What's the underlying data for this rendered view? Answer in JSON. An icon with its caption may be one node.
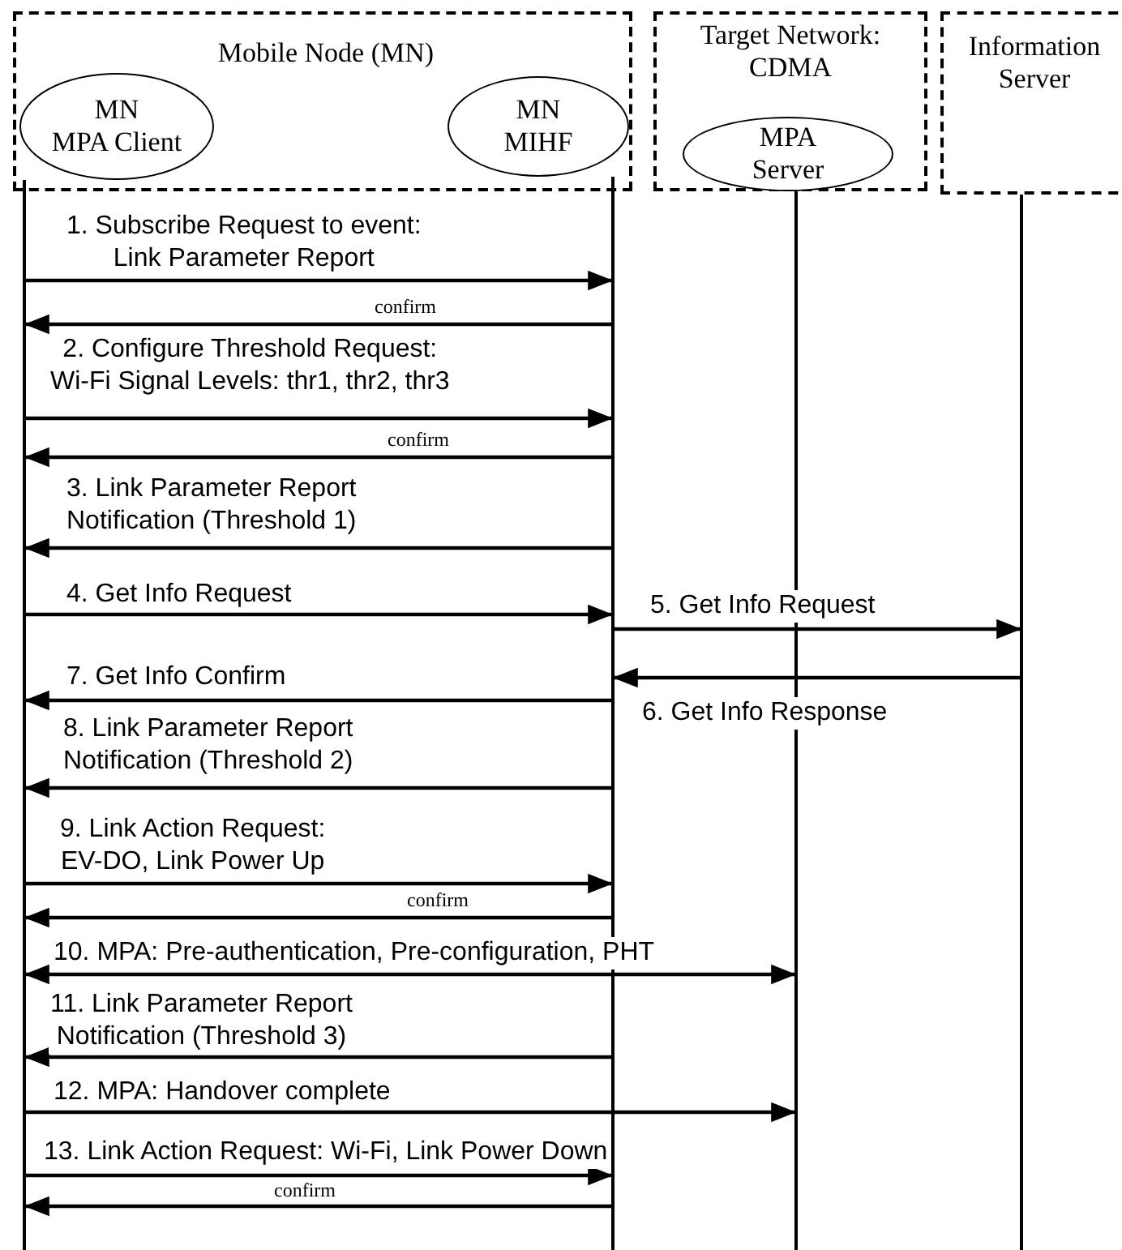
{
  "diagram": {
    "nodes": [
      {
        "text": [
          "Mobile Node (MN)"
        ]
      },
      {
        "text": [
          "MN MPA Client"
        ],
        "in": 0
      },
      {
        "text": [
          "MN MIHF"
        ],
        "in": 0
      },
      {
        "text": [
          "Target Network: CDMA"
        ]
      },
      {
        "text": [
          "MPA Server"
        ],
        "in": 3
      },
      {
        "text": [
          "Information Server"
        ]
      },
      {
        "text": [],
        "shape": "line"
      },
      {
        "text": [],
        "shape": "line"
      },
      {
        "text": [],
        "shape": "line"
      },
      {
        "text": [],
        "shape": "line"
      }
    ],
    "edges": [
      {
        "from": 6,
        "to": 7,
        "arrow": "to",
        "label": "1. Subscribe Request to event: Link Parameter Report"
      },
      {
        "from": 7,
        "to": 6,
        "arrow": "to",
        "label": "confirm"
      },
      {
        "from": 6,
        "to": 7,
        "arrow": "to",
        "label": "2. Configure Threshold Request: Wi-Fi Signal Levels: thr1, thr2, thr3"
      },
      {
        "from": 7,
        "to": 6,
        "arrow": "to",
        "label": "confirm"
      },
      {
        "from": 7,
        "to": 6,
        "arrow": "to",
        "label": "3. Link Parameter Report Notification (Threshold 1)"
      },
      {
        "from": 6,
        "to": 7,
        "arrow": "to",
        "label": "4. Get Info Request"
      },
      {
        "from": 7,
        "to": 9,
        "arrow": "to",
        "label": "5. Get Info Request"
      },
      {
        "from": 9,
        "to": 7,
        "arrow": "to",
        "label": "6. Get Info Response"
      },
      {
        "from": 7,
        "to": 6,
        "arrow": "to",
        "label": "7. Get Info Confirm"
      },
      {
        "from": 7,
        "to": 6,
        "arrow": "to",
        "label": "8. Link Parameter Report Notification (Threshold 2)"
      },
      {
        "from": 6,
        "to": 7,
        "arrow": "to",
        "label": "9. Link Action Request: EV-DO, Link Power Up"
      },
      {
        "from": 7,
        "to": 6,
        "arrow": "to",
        "label": "confirm"
      },
      {
        "from": 6,
        "to": 8,
        "arrow": "both",
        "label": "10. MPA: Pre-authentication, Pre-configuration, PHT"
      },
      {
        "from": 7,
        "to": 6,
        "arrow": "to",
        "label": "11. Link Parameter Report Notification (Threshold 3)"
      },
      {
        "from": 6,
        "to": 8,
        "arrow": "to",
        "label": "12. MPA: Handover complete"
      },
      {
        "from": 6,
        "to": 7,
        "arrow": "to",
        "label": "13. Link Action Request: Wi-Fi, Link Power Down"
      },
      {
        "from": 7,
        "to": 6,
        "arrow": "to",
        "label": "confirm"
      }
    ]
  }
}
